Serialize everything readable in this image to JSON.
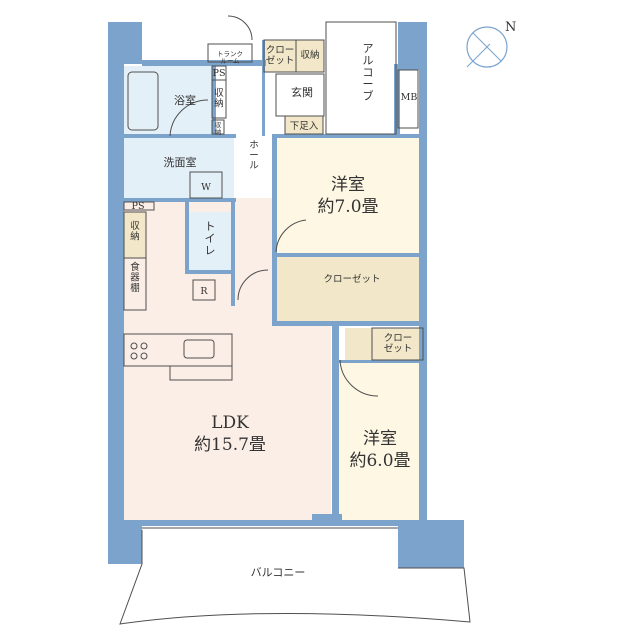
{
  "colors": {
    "wall": "#7ba3cc",
    "ldk": "#fbeee6",
    "western": "#fdf7e3",
    "closet": "#f2e7c8",
    "wet": "#e4f0f8",
    "hall": "#ffffff",
    "line": "#4f4f4f"
  },
  "icons": {
    "compass": "compass-north-icon"
  },
  "labels": {
    "compass_n": "N",
    "trunk_room": "トランクルーム",
    "closet_top": "クロー\nゼット",
    "storage_top": "収納",
    "alcove": "アルコーブ",
    "mb": "MB",
    "ps_top": "PS",
    "bath": "浴室",
    "storage_bath": "収\n納",
    "storage_small": "収\n納",
    "genkan": "玄関",
    "shoe_storage": "下足入",
    "hall": "ホール",
    "washroom": "洗面室",
    "w": "W",
    "ps_mid": "PS",
    "storage_left": "収\n納",
    "toilet": "トイレ",
    "dish_cabinet": "食\n器\n棚",
    "r": "R",
    "western1_name": "洋室",
    "western1_size": "約7.0畳",
    "closet_wide": "クローゼット",
    "closet_small": "クロー\nゼット",
    "ldk_name": "LDK",
    "ldk_size": "約15.7畳",
    "western2_name": "洋室",
    "western2_size": "約6.0畳",
    "balcony": "バルコニー"
  }
}
